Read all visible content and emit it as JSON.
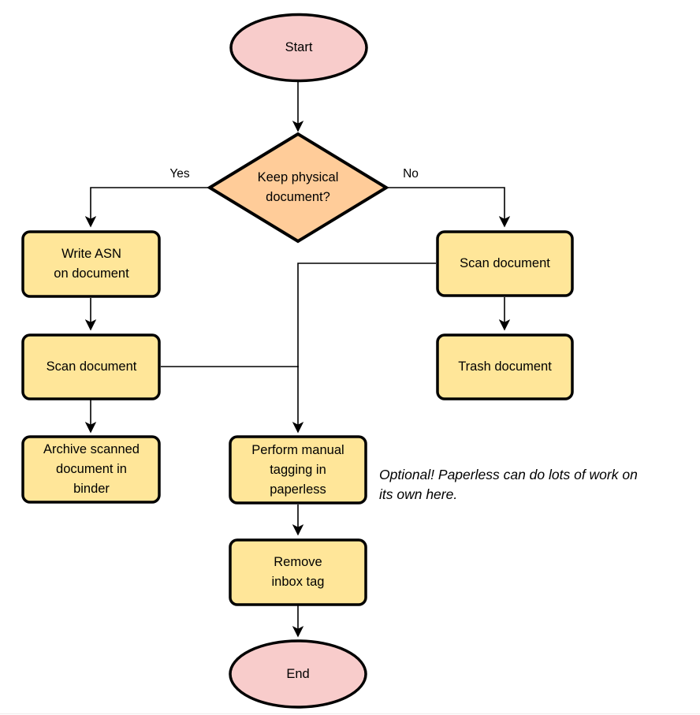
{
  "diagram": {
    "colors": {
      "terminal_fill": "#F8CCCB",
      "decision_fill": "#FFCC99",
      "process_fill": "#FFE699",
      "stroke": "#000000"
    },
    "nodes": {
      "start": {
        "label": "Start"
      },
      "decision": {
        "label": "Keep physical\ndocument?"
      },
      "write_asn": {
        "label": "Write ASN\non document"
      },
      "scan_left": {
        "label": "Scan document"
      },
      "archive": {
        "label": "Archive scanned\ndocument in\nbinder"
      },
      "scan_right": {
        "label": "Scan document"
      },
      "trash": {
        "label": "Trash document"
      },
      "tagging": {
        "label": "Perform manual\ntagging in\npaperless"
      },
      "remove_inbox": {
        "label": "Remove\ninbox tag"
      },
      "end": {
        "label": "End"
      }
    },
    "edge_labels": {
      "yes": "Yes",
      "no": "No"
    },
    "note": {
      "text": "Optional! Paperless can do lots of work on\nits own here."
    }
  }
}
